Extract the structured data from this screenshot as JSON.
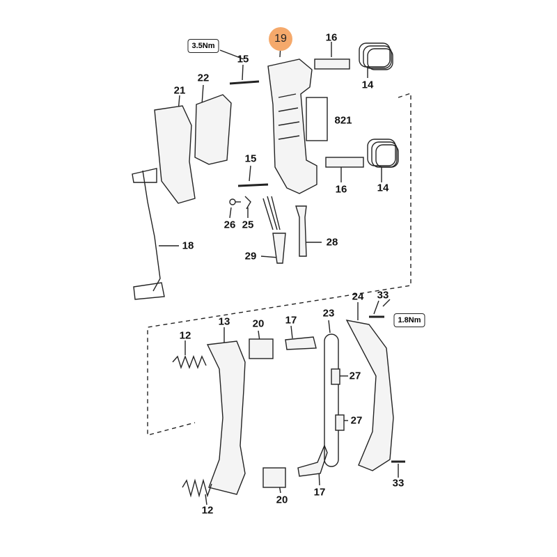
{
  "highlight": {
    "label": "19",
    "color": "#F5A96B"
  },
  "torques": [
    {
      "label": "3.5Nm"
    },
    {
      "label": "1.8Nm"
    }
  ],
  "callouts": [
    "16",
    "14",
    "15",
    "22",
    "21",
    "821",
    "15",
    "16",
    "14",
    "26",
    "25",
    "28",
    "29",
    "18",
    "33",
    "24",
    "23",
    "17",
    "20",
    "13",
    "12",
    "27",
    "27",
    "33",
    "17",
    "20",
    "12"
  ]
}
